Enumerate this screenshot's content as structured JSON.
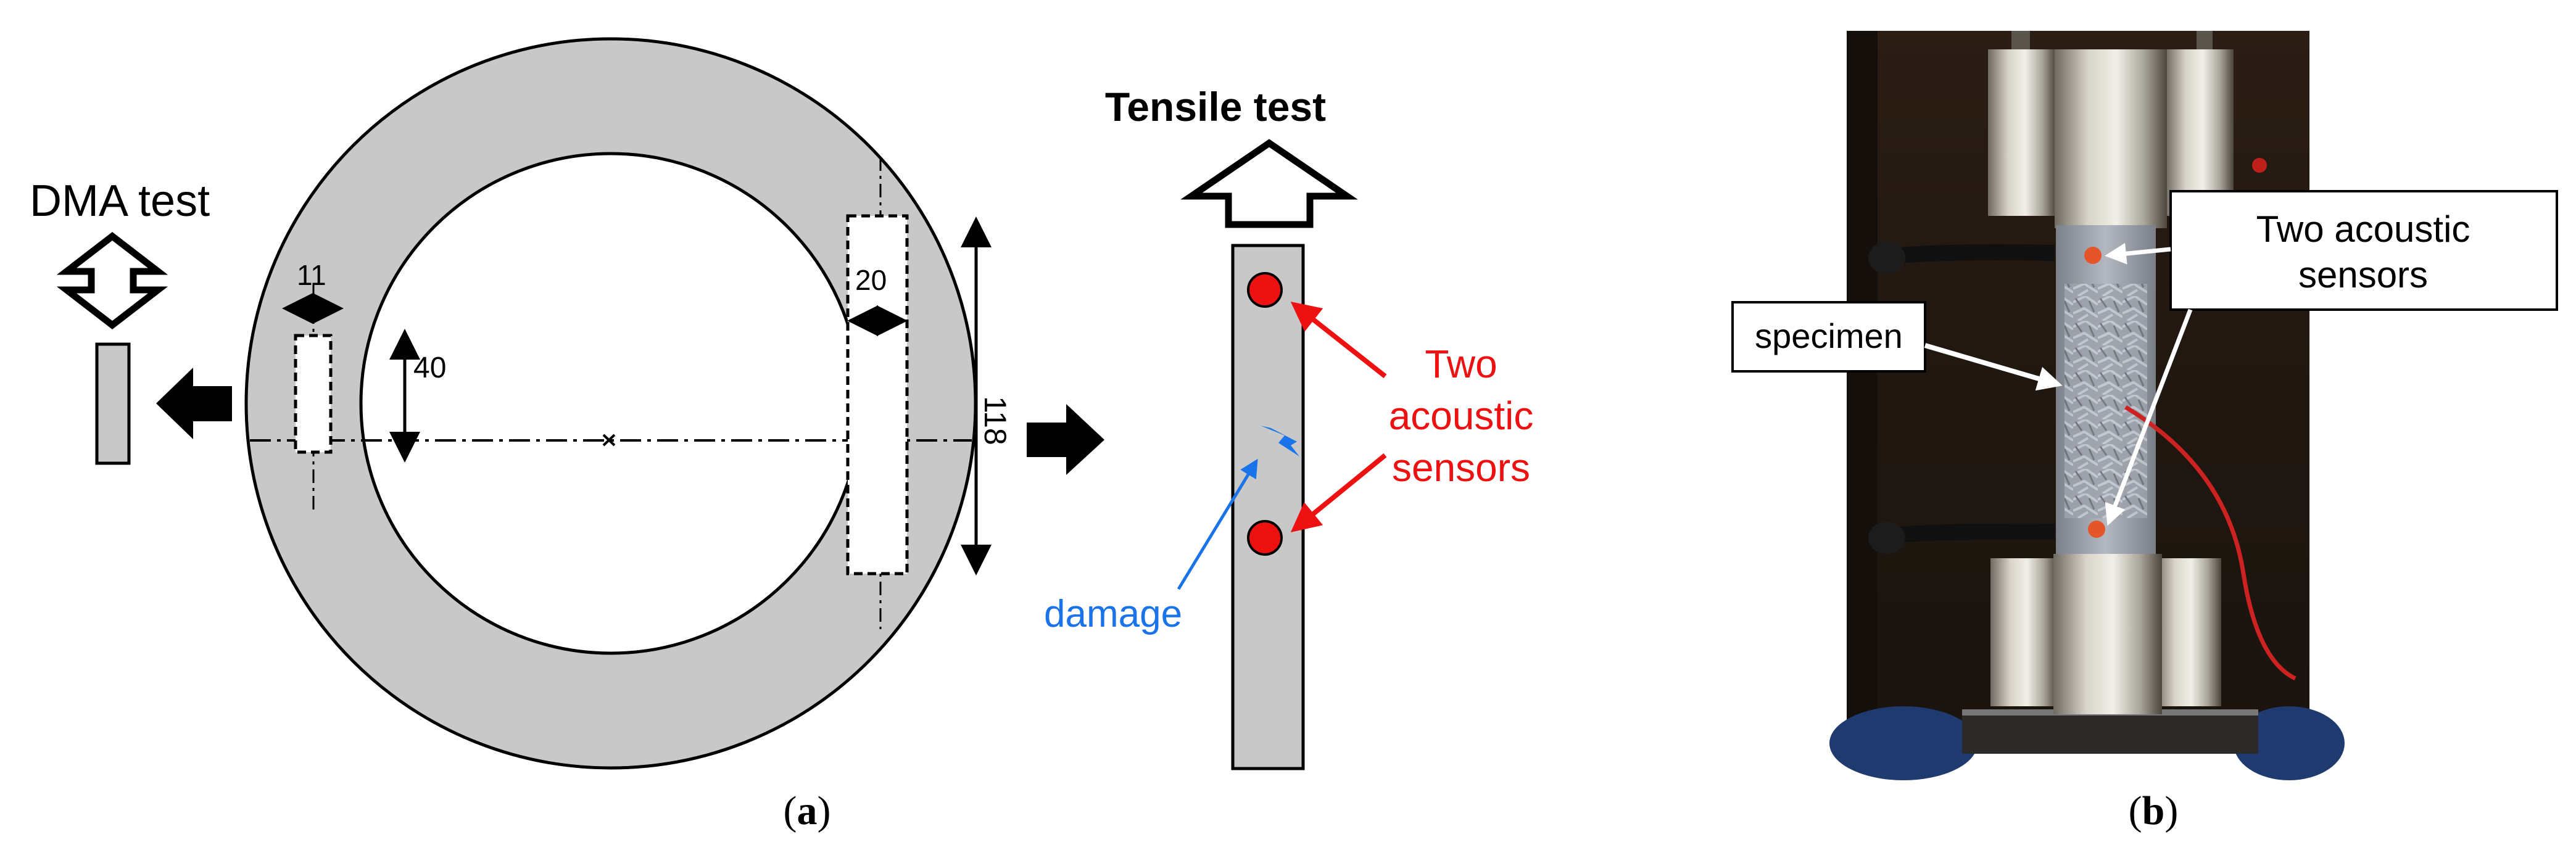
{
  "panel_a": {
    "dma_label": "DMA test",
    "tensile_label": "Tensile test",
    "dim_11": "11",
    "dim_40": "40",
    "dim_20": "20",
    "dim_118": "118",
    "sensor_label_line1": "Two",
    "sensor_label_line2": "acoustic",
    "sensor_label_line3": "sensors",
    "damage_label": "damage",
    "caption_open": "(",
    "caption_letter": "a",
    "caption_close": ")"
  },
  "panel_b": {
    "specimen_label": "specimen",
    "sensors_label_line1": "Two acoustic",
    "sensors_label_line2": "sensors",
    "caption_open": "(",
    "caption_letter": "b",
    "caption_close": ")"
  },
  "colors": {
    "ring_gray": "#c8c8c8",
    "sensor_red": "#ee1111",
    "damage_blue": "#1a73e8",
    "label_red": "#ee1111",
    "label_blue": "#1a73e8"
  }
}
